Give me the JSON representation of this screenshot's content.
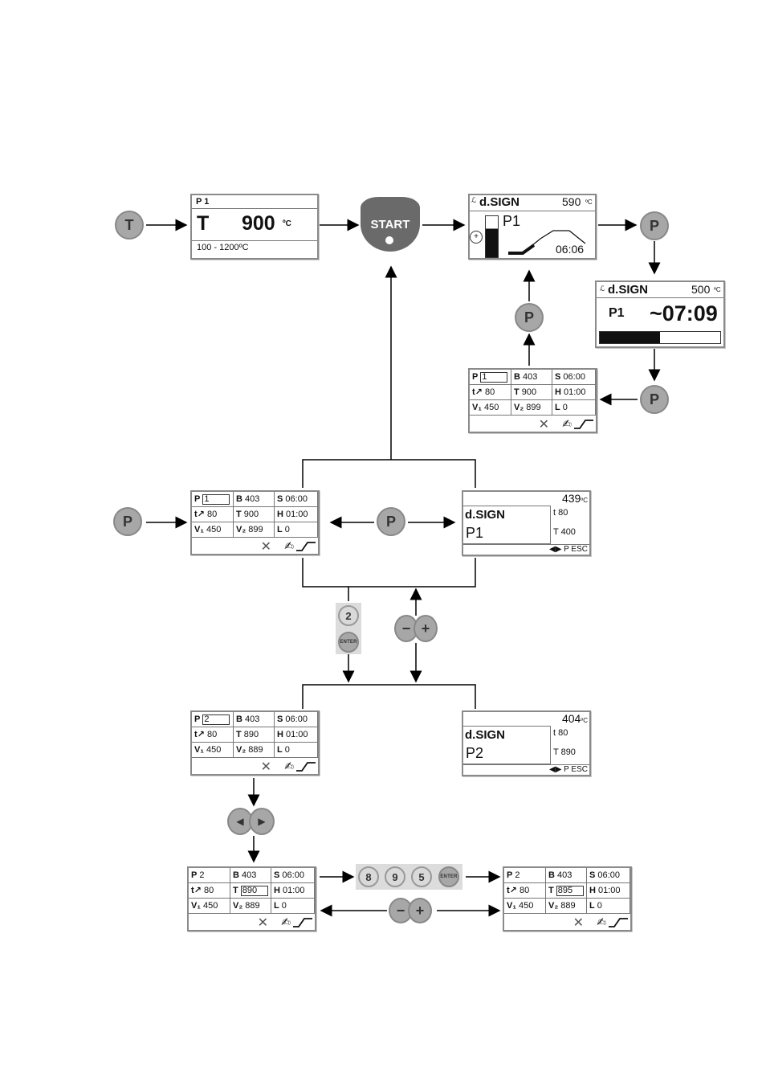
{
  "keys": {
    "t": "T",
    "p": "P",
    "start": "START",
    "two": "2",
    "enter": "ENTER",
    "eight": "8",
    "nine": "9",
    "five": "5",
    "minus": "−",
    "plus": "+",
    "left": "◀",
    "right": "▶"
  },
  "temp_panel": {
    "program": "P 1",
    "label": "T",
    "value": "900",
    "unit": "ºC",
    "range": "100 - 1200ºC"
  },
  "run_panel": {
    "title": "d.SIGN",
    "temp": "590",
    "unit": "ºC",
    "program": "P1",
    "time": "06:06"
  },
  "remaining_panel": {
    "title": "d.SIGN",
    "temp": "500",
    "unit": "ºC",
    "program": "P1",
    "time": "~07:09",
    "progress": 0.5
  },
  "table_top": {
    "rows": [
      [
        {
          "k": "P",
          "v": "1",
          "boxed": true
        },
        {
          "k": "B",
          "v": "403"
        },
        {
          "k": "S",
          "v": "06:00"
        }
      ],
      [
        {
          "k": "t↗",
          "v": "80"
        },
        {
          "k": "T",
          "v": "900"
        },
        {
          "k": "H",
          "v": "01:00"
        }
      ],
      [
        {
          "k": "V₁",
          "v": "450"
        },
        {
          "k": "V₂",
          "v": "899"
        },
        {
          "k": "L",
          "v": "0"
        }
      ]
    ]
  },
  "table_mid": {
    "rows": [
      [
        {
          "k": "P",
          "v": "1",
          "boxed": true
        },
        {
          "k": "B",
          "v": "403"
        },
        {
          "k": "S",
          "v": "06:00"
        }
      ],
      [
        {
          "k": "t↗",
          "v": "80"
        },
        {
          "k": "T",
          "v": "900"
        },
        {
          "k": "H",
          "v": "01:00"
        }
      ],
      [
        {
          "k": "V₁",
          "v": "450"
        },
        {
          "k": "V₂",
          "v": "899"
        },
        {
          "k": "L",
          "v": "0"
        }
      ]
    ]
  },
  "design_mid": {
    "temp": "439",
    "unit": "ºC",
    "title": "d.SIGN",
    "program": "P1",
    "t": "t  80",
    "T": "T  400",
    "footer": "◀▶ P ESC"
  },
  "table_p2": {
    "rows": [
      [
        {
          "k": "P",
          "v": "2",
          "boxed": true
        },
        {
          "k": "B",
          "v": "403"
        },
        {
          "k": "S",
          "v": "06:00"
        }
      ],
      [
        {
          "k": "t↗",
          "v": "80"
        },
        {
          "k": "T",
          "v": "890"
        },
        {
          "k": "H",
          "v": "01:00"
        }
      ],
      [
        {
          "k": "V₁",
          "v": "450"
        },
        {
          "k": "V₂",
          "v": "889"
        },
        {
          "k": "L",
          "v": "0"
        }
      ]
    ]
  },
  "design_p2": {
    "temp": "404",
    "unit": "ºC",
    "title": "d.SIGN",
    "program": "P2",
    "t": "t  80",
    "T": "T  890",
    "footer": "◀▶ P ESC"
  },
  "table_edit_890": {
    "rows": [
      [
        {
          "k": "P",
          "v": "2"
        },
        {
          "k": "B",
          "v": "403"
        },
        {
          "k": "S",
          "v": "06:00"
        }
      ],
      [
        {
          "k": "t↗",
          "v": "80"
        },
        {
          "k": "T",
          "v": "890",
          "boxed": true
        },
        {
          "k": "H",
          "v": "01:00"
        }
      ],
      [
        {
          "k": "V₁",
          "v": "450"
        },
        {
          "k": "V₂",
          "v": "889"
        },
        {
          "k": "L",
          "v": "0"
        }
      ]
    ]
  },
  "table_edit_895": {
    "rows": [
      [
        {
          "k": "P",
          "v": "2"
        },
        {
          "k": "B",
          "v": "403"
        },
        {
          "k": "S",
          "v": "06:00"
        }
      ],
      [
        {
          "k": "t↗",
          "v": "80"
        },
        {
          "k": "T",
          "v": "895",
          "boxed": true
        },
        {
          "k": "H",
          "v": "01:00"
        }
      ],
      [
        {
          "k": "V₁",
          "v": "450"
        },
        {
          "k": "V₂",
          "v": "889"
        },
        {
          "k": "L",
          "v": "0"
        }
      ]
    ]
  },
  "footer_icons": {
    "cancel": "✕",
    "hand": "✍"
  }
}
